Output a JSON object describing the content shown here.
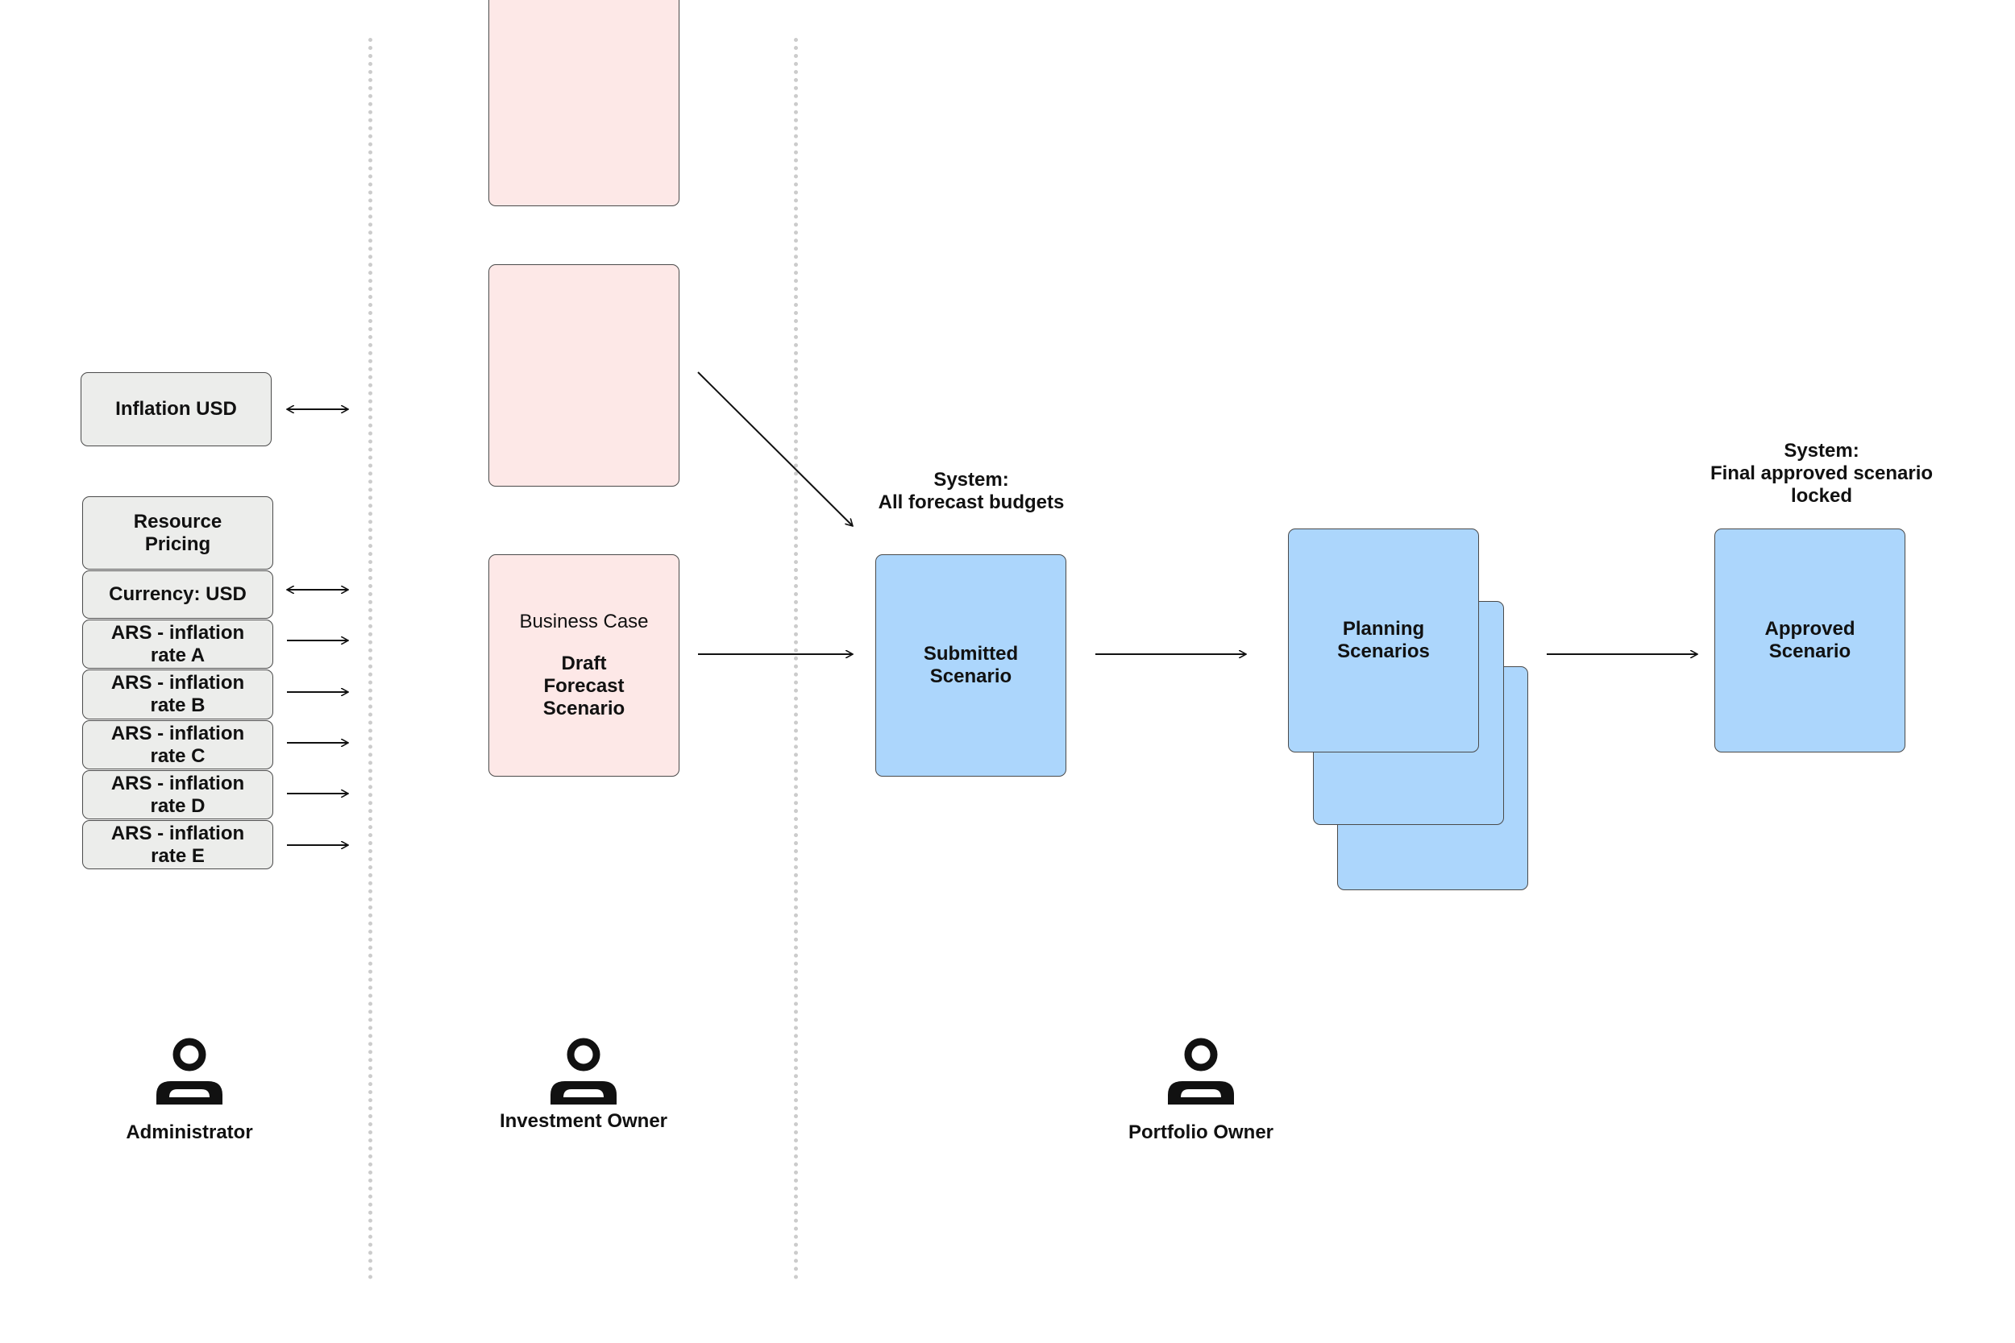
{
  "lanes": {
    "administrator": "Administrator",
    "investment_owner": "Investment Owner",
    "portfolio_owner": "Portfolio Owner"
  },
  "admin": {
    "inflation_usd": "Inflation USD",
    "resource_pricing": "Resource Pricing",
    "currency": "Currency: USD",
    "rates": [
      "ARS - inflation rate A",
      "ARS - inflation rate B",
      "ARS - inflation rate C",
      "ARS - inflation rate D",
      "ARS - inflation rate E"
    ]
  },
  "investment": {
    "business_case": "Business Case",
    "draft": "Draft Forecast Scenario"
  },
  "portfolio": {
    "submitted": "Submitted Scenario",
    "planning": "Planning Scenarios",
    "approved": "Approved Scenario",
    "system_forecast_line1": "System:",
    "system_forecast_line2": "All forecast budgets",
    "system_final_line1": "System:",
    "system_final_line2": "Final approved scenario locked"
  },
  "colors": {
    "admin_box": "#ecedeb",
    "investment_box": "#fde8e7",
    "portfolio_box": "#acd6fc",
    "lane_divider": "#cccccc"
  }
}
